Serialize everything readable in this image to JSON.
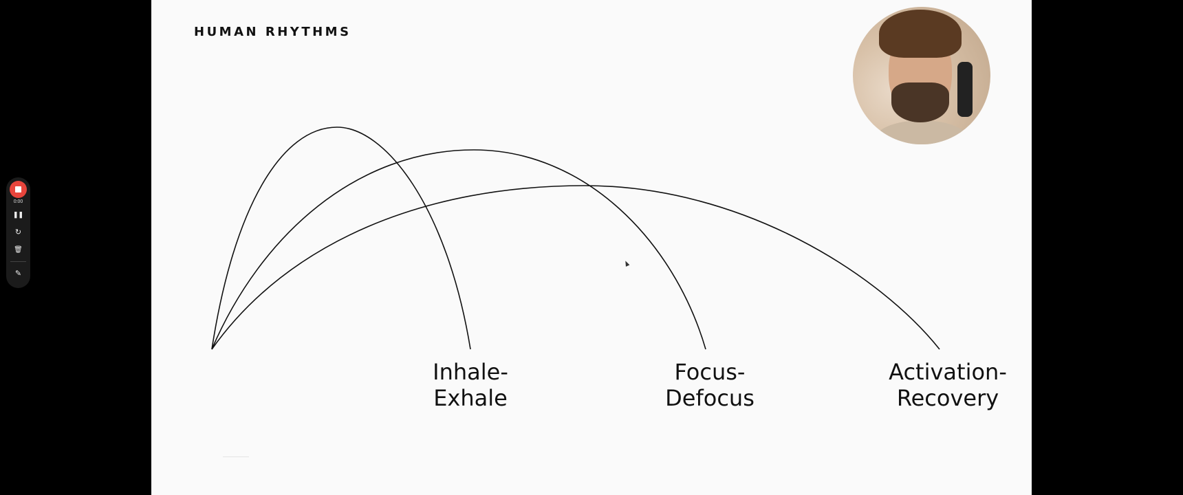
{
  "slide": {
    "title": "HUMAN RHYTHMS",
    "rhythms": [
      {
        "line1": "Inhale-",
        "line2": "Exhale"
      },
      {
        "line1": "Focus-",
        "line2": "Defocus"
      },
      {
        "line1": "Activation-",
        "line2": "Recovery"
      }
    ]
  },
  "recorder": {
    "timer": "0:00",
    "icons": [
      "stop-icon",
      "pause-icon",
      "restart-icon",
      "trash-icon",
      "pencil-icon"
    ],
    "accent": "#e8453c"
  }
}
